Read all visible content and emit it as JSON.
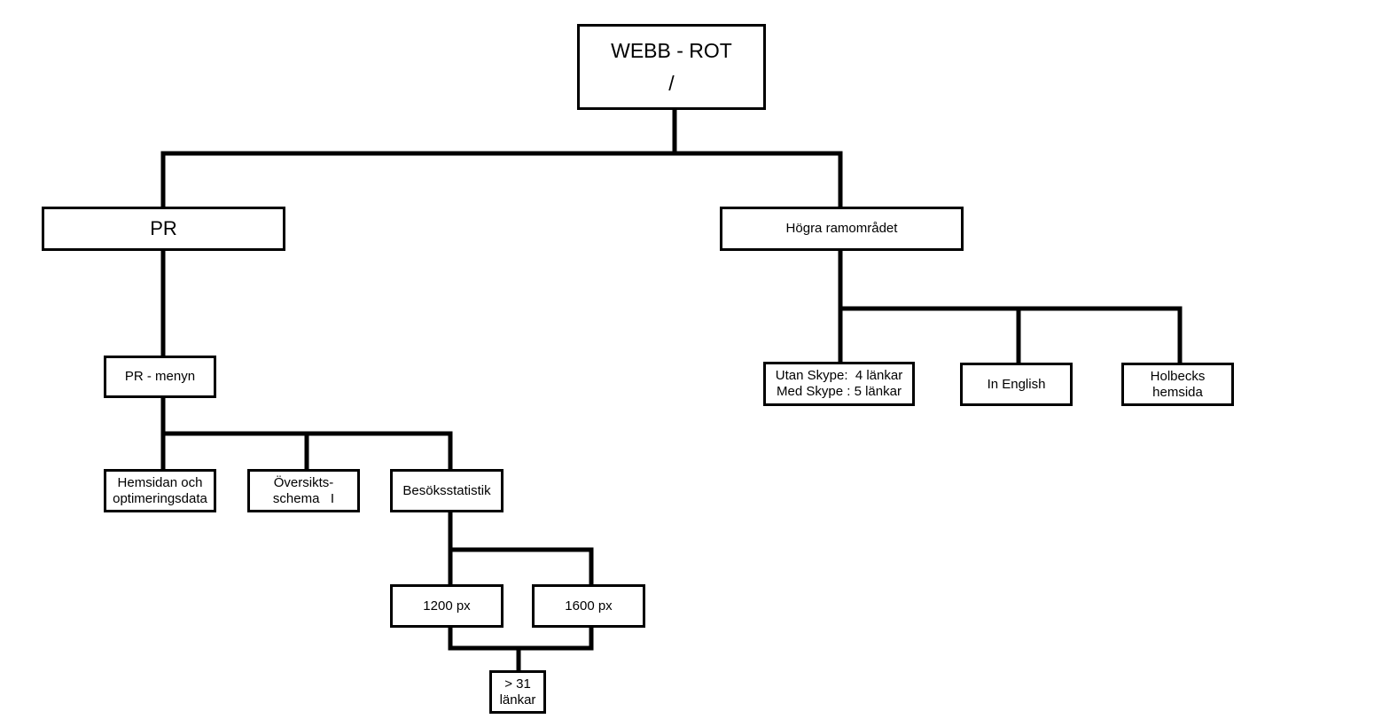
{
  "diagram": {
    "nodes": [
      {
        "id": "root",
        "lines": [
          "WEBB - ROT",
          "/"
        ]
      },
      {
        "id": "pr",
        "lines": [
          "PR"
        ]
      },
      {
        "id": "hogra",
        "lines": [
          "Högra ramområdet"
        ]
      },
      {
        "id": "prmenyn",
        "lines": [
          "PR - menyn"
        ]
      },
      {
        "id": "hemsidan",
        "lines": [
          "Hemsidan och",
          "optimeringsdata"
        ]
      },
      {
        "id": "oversikt",
        "lines": [
          "Översikts-",
          "schema   I"
        ]
      },
      {
        "id": "besok",
        "lines": [
          "Besöksstatistik"
        ]
      },
      {
        "id": "px1200",
        "lines": [
          "1200 px"
        ]
      },
      {
        "id": "px1600",
        "lines": [
          "1600 px"
        ]
      },
      {
        "id": "lankar31",
        "lines": [
          "> 31",
          "länkar"
        ]
      },
      {
        "id": "skype",
        "lines": [
          "Utan Skype:  4 länkar",
          "Med Skype : 5 länkar"
        ]
      },
      {
        "id": "english",
        "lines": [
          "In English"
        ]
      },
      {
        "id": "holbeck",
        "lines": [
          "Holbecks",
          "hemsida"
        ]
      }
    ],
    "edges": [
      {
        "from": "root",
        "to": "pr"
      },
      {
        "from": "root",
        "to": "hogra"
      },
      {
        "from": "pr",
        "to": "prmenyn"
      },
      {
        "from": "prmenyn",
        "to": "hemsidan"
      },
      {
        "from": "prmenyn",
        "to": "oversikt"
      },
      {
        "from": "prmenyn",
        "to": "besok"
      },
      {
        "from": "besok",
        "to": "px1200"
      },
      {
        "from": "besok",
        "to": "px1600"
      },
      {
        "from": "px1200",
        "to": "lankar31"
      },
      {
        "from": "px1600",
        "to": "lankar31"
      },
      {
        "from": "hogra",
        "to": "skype"
      },
      {
        "from": "hogra",
        "to": "english"
      },
      {
        "from": "hogra",
        "to": "holbeck"
      }
    ],
    "colors": {
      "line": "#000000",
      "background": "#ffffff"
    }
  }
}
